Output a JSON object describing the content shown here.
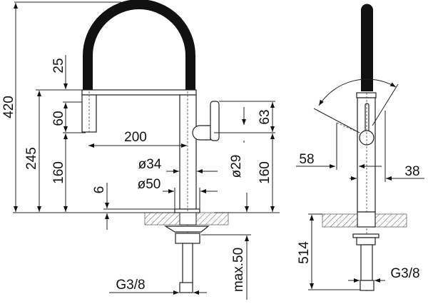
{
  "drawing": {
    "front_view": {
      "height_total": "420",
      "height_arm": "245",
      "spray_offset": "25",
      "spray_length": "60",
      "arm_height_lower": "160",
      "reach": "200",
      "body_diameter": "ø34",
      "base_diameter": "ø50",
      "flange_height": "6",
      "handle_height": "63",
      "handle_diameter": "ø29",
      "handle_level": "160",
      "counter_thickness": "max.50",
      "connection": "G3/8"
    },
    "side_view": {
      "handle_depth": "58",
      "body_depth": "38",
      "hose_length": "514",
      "connection": "G3/8"
    }
  }
}
